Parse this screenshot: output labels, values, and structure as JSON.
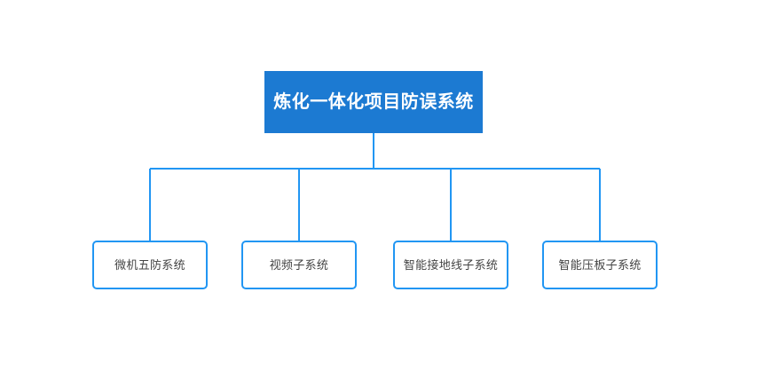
{
  "diagram": {
    "type": "organization-tree",
    "background_color": "#ffffff",
    "root": {
      "label": "炼化一体化项目防误系统",
      "fill_color": "#1c7ad2",
      "text_color": "#ffffff"
    },
    "children": [
      {
        "label": "微机五防系统"
      },
      {
        "label": "视频子系统"
      },
      {
        "label": "智能接地线子系统"
      },
      {
        "label": "智能压板子系统"
      }
    ],
    "child_style": {
      "fill_color": "#ffffff",
      "border_color": "#2196f3",
      "text_color": "#444444"
    },
    "connector": {
      "color": "#2196f3",
      "width": 2
    }
  }
}
